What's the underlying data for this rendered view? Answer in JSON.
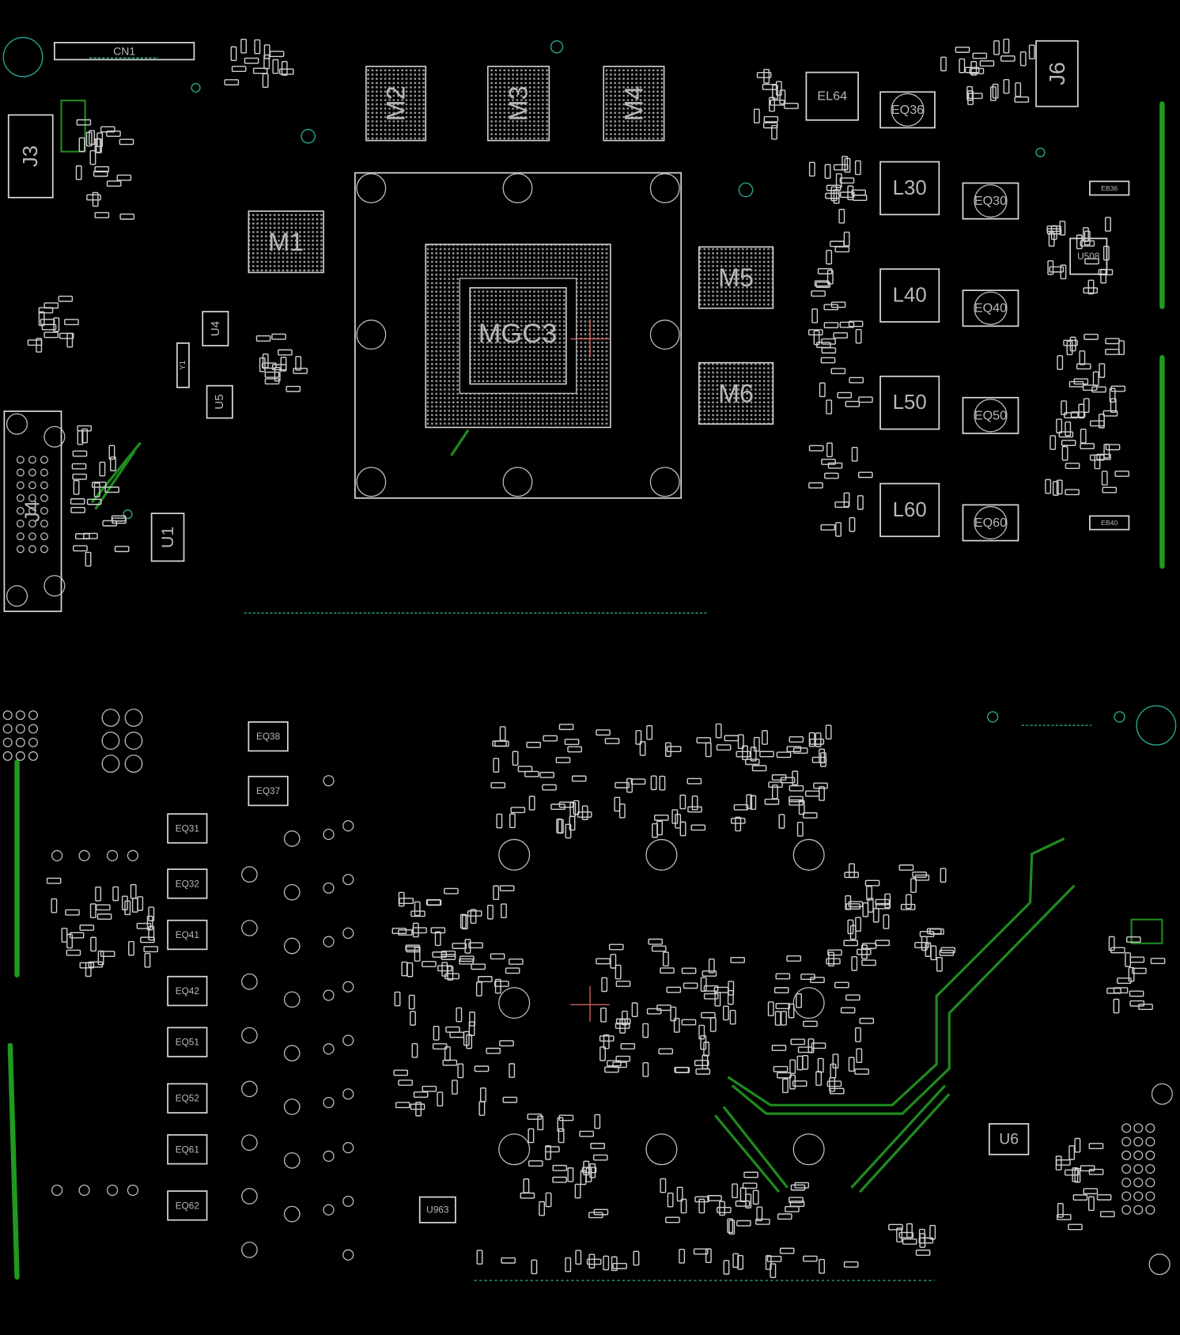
{
  "view": {
    "title": "PCB boardview"
  },
  "colors": {
    "background": "#000000",
    "outline": "#d8d8d8",
    "trace": "#1f8a1f",
    "via": "#2aa58f",
    "cursor": "#d06060"
  },
  "components": {
    "cn1": "CN1",
    "m1": "M1",
    "m2": "M2",
    "m3": "M3",
    "m4": "M4",
    "m5": "M5",
    "m6": "M6",
    "gpu": "MGC3",
    "el64": "EL64",
    "eq36": "EQ36",
    "l30": "L30",
    "eq30": "EQ30",
    "l40": "L40",
    "eq40": "EQ40",
    "l50": "L50",
    "eq50": "EQ50",
    "l60": "L60",
    "eq60": "EQ60",
    "j6": "J6",
    "u508": "U508",
    "j3": "J3",
    "j4": "J4",
    "u4": "U4",
    "u5": "U5",
    "u1": "U1",
    "y1": "Y1",
    "eq38": "EQ38",
    "eq37": "EQ37",
    "eq31": "EQ31",
    "eq32": "EQ32",
    "eq41": "EQ41",
    "eq42": "EQ42",
    "eq51": "EQ51",
    "eq52": "EQ52",
    "eq61": "EQ61",
    "eq62": "EQ62",
    "u6": "U6",
    "u963": "U963",
    "eb36": "EB36",
    "eb40": "EB40"
  }
}
